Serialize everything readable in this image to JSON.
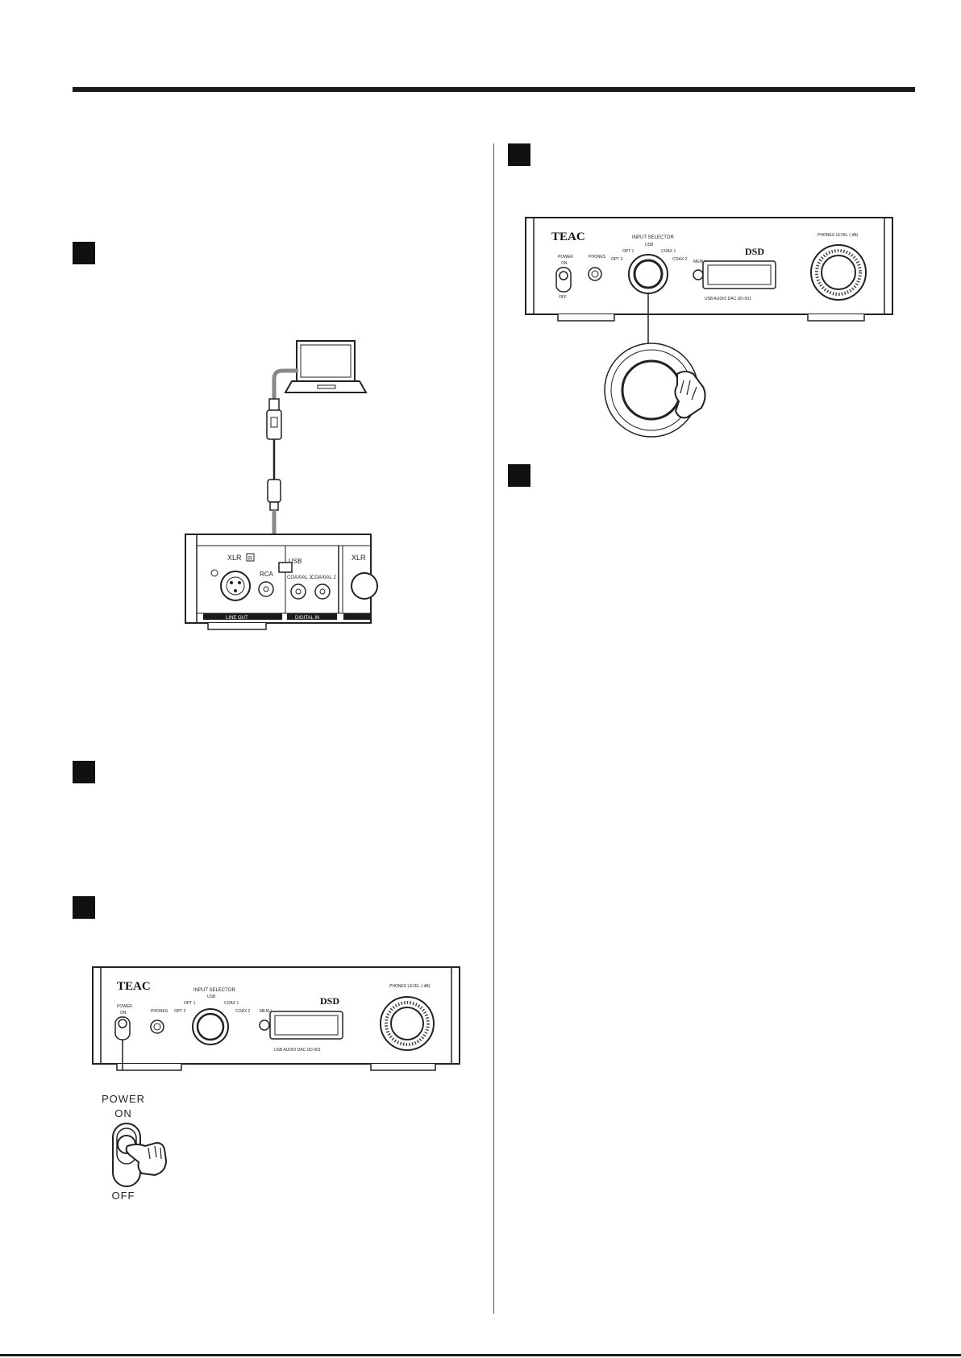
{
  "connection_diagram": {
    "panel_labels": {
      "xlr_left": "XLR",
      "channel_mark": "R",
      "rca": "RCA",
      "usb": "USB",
      "coaxial1": "COAXIAL 1",
      "coaxial2": "COAXIAL 2",
      "xlr_right": "XLR",
      "section_line_out": "LINE OUT",
      "section_digital_in": "DIGITAL IN"
    }
  },
  "front_panel": {
    "brand": "TEAC",
    "input_selector": "INPUT SELECTOR",
    "usb": "USB",
    "opt1": "OPT 1",
    "opt2": "OPT 2",
    "coax1": "COAX 1",
    "coax2": "COAX 2",
    "power": "POWER",
    "on": "ON",
    "off": "OFF",
    "phones": "PHONES",
    "menu": "MENU",
    "dsd": "DSD",
    "model": "USB AUDIO DAC UD-501",
    "phones_level": "PHONES LEVEL (-dB)"
  },
  "power_callout": {
    "power": "POWER",
    "on": "ON",
    "off": "OFF"
  }
}
